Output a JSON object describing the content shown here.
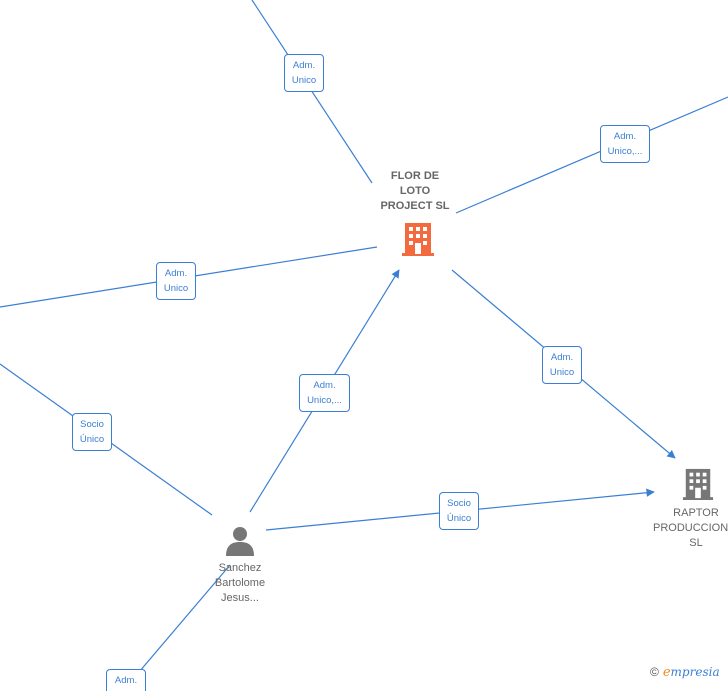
{
  "nodes": {
    "flor": {
      "lines": [
        "FLOR DE",
        "LOTO",
        "PROJECT  SL"
      ],
      "type": "company",
      "color": "#f26a3d"
    },
    "raptor": {
      "lines": [
        "RAPTOR",
        "PRODUCCIONES",
        "SL"
      ],
      "type": "company",
      "color": "#777777"
    },
    "sanchez": {
      "lines": [
        "Sanchez",
        "Bartolome",
        "Jesus..."
      ],
      "type": "person",
      "color": "#777777"
    }
  },
  "edge_labels": {
    "top_left": [
      "Adm.",
      "Unico"
    ],
    "top_right": [
      "Adm.",
      "Unico,..."
    ],
    "left": [
      "Adm.",
      "Unico"
    ],
    "flor_raptor": [
      "Adm.",
      "Unico"
    ],
    "sanchez_flor": [
      "Adm.",
      "Unico,..."
    ],
    "socio_left": [
      "Socio",
      "Único"
    ],
    "sanchez_raptor": [
      "Socio",
      "Único"
    ],
    "bottom": [
      "Adm."
    ]
  },
  "footer": {
    "copyright": "©",
    "brand_first": "e",
    "brand_rest": "mpresia"
  }
}
